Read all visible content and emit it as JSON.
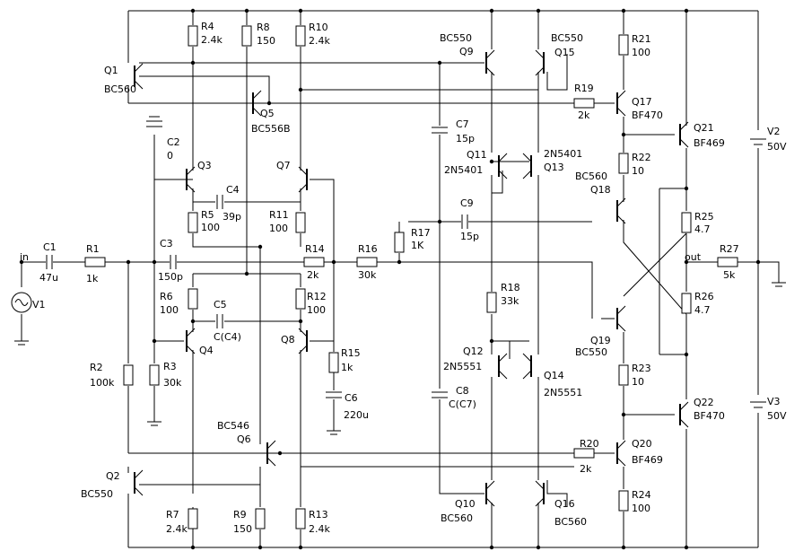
{
  "nodes": {
    "in": "in",
    "out": "out"
  },
  "resistors": [
    {
      "ref": "R1",
      "value": "1k"
    },
    {
      "ref": "R2",
      "value": "100k"
    },
    {
      "ref": "R3",
      "value": "30k"
    },
    {
      "ref": "R4",
      "value": "2.4k"
    },
    {
      "ref": "R5",
      "value": "100"
    },
    {
      "ref": "R6",
      "value": "100"
    },
    {
      "ref": "R7",
      "value": "2.4k"
    },
    {
      "ref": "R8",
      "value": "150"
    },
    {
      "ref": "R9",
      "value": "150"
    },
    {
      "ref": "R10",
      "value": "2.4k"
    },
    {
      "ref": "R11",
      "value": "100"
    },
    {
      "ref": "R12",
      "value": "100"
    },
    {
      "ref": "R13",
      "value": "2.4k"
    },
    {
      "ref": "R14",
      "value": "2k"
    },
    {
      "ref": "R15",
      "value": "1k"
    },
    {
      "ref": "R16",
      "value": "30k"
    },
    {
      "ref": "R17",
      "value": "1K"
    },
    {
      "ref": "R18",
      "value": "33k"
    },
    {
      "ref": "R19",
      "value": "2k"
    },
    {
      "ref": "R20",
      "value": "2k"
    },
    {
      "ref": "R21",
      "value": "100"
    },
    {
      "ref": "R22",
      "value": "10"
    },
    {
      "ref": "R23",
      "value": "10"
    },
    {
      "ref": "R24",
      "value": "100"
    },
    {
      "ref": "R25",
      "value": "4.7"
    },
    {
      "ref": "R26",
      "value": "4.7"
    },
    {
      "ref": "R27",
      "value": "5k"
    }
  ],
  "capacitors": [
    {
      "ref": "C1",
      "value": "47u"
    },
    {
      "ref": "C2",
      "value": "0"
    },
    {
      "ref": "C3",
      "value": "150p"
    },
    {
      "ref": "C4",
      "value": "39p"
    },
    {
      "ref": "C5",
      "value": "C(C4)"
    },
    {
      "ref": "C6",
      "value": "220u"
    },
    {
      "ref": "C7",
      "value": "15p"
    },
    {
      "ref": "C8",
      "value": "C(C7)"
    },
    {
      "ref": "C9",
      "value": "15p"
    }
  ],
  "transistors": [
    {
      "ref": "Q1",
      "part": "BC560"
    },
    {
      "ref": "Q2",
      "part": "BC550"
    },
    {
      "ref": "Q3",
      "part": ""
    },
    {
      "ref": "Q4",
      "part": ""
    },
    {
      "ref": "Q5",
      "part": "BC556B"
    },
    {
      "ref": "Q6",
      "part": "BC546"
    },
    {
      "ref": "Q7",
      "part": ""
    },
    {
      "ref": "Q8",
      "part": ""
    },
    {
      "ref": "Q9",
      "part": "BC550"
    },
    {
      "ref": "Q10",
      "part": "BC560"
    },
    {
      "ref": "Q11",
      "part": "2N5401"
    },
    {
      "ref": "Q12",
      "part": "2N5551"
    },
    {
      "ref": "Q13",
      "part": "2N5401"
    },
    {
      "ref": "Q14",
      "part": "2N5551"
    },
    {
      "ref": "Q15",
      "part": "BC550"
    },
    {
      "ref": "Q16",
      "part": "BC560"
    },
    {
      "ref": "Q17",
      "part": "BF470"
    },
    {
      "ref": "Q18",
      "part": "BC560"
    },
    {
      "ref": "Q19",
      "part": "BC550"
    },
    {
      "ref": "Q20",
      "part": "BF469"
    },
    {
      "ref": "Q21",
      "part": "BF469"
    },
    {
      "ref": "Q22",
      "part": "BF470"
    }
  ],
  "sources": [
    {
      "ref": "V1",
      "value": ""
    },
    {
      "ref": "V2",
      "value": "50V"
    },
    {
      "ref": "V3",
      "value": "50V"
    }
  ]
}
